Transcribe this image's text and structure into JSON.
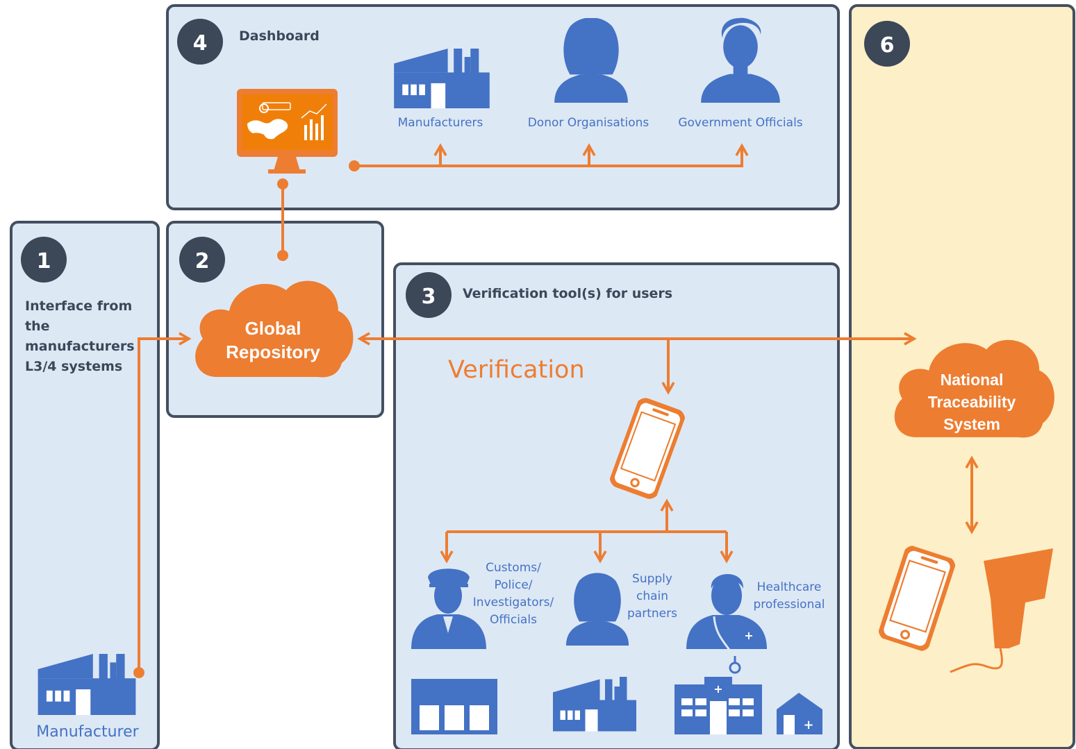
{
  "panels": {
    "p1": {
      "number": "1",
      "title_lines": [
        "Interface from",
        "the",
        "manufacturers",
        "L3/4 systems"
      ],
      "manufacturer_label": "Manufacturer"
    },
    "p2": {
      "number": "2",
      "cloud_lines": [
        "Global",
        "Repository"
      ]
    },
    "p3": {
      "number": "3",
      "title": "Verification tool(s) for users",
      "verification_label": "Verification",
      "user_customs_lines": [
        "Customs/",
        "Police/",
        "Investigators/",
        "Officials"
      ],
      "user_supply_lines": [
        "Supply",
        "chain",
        "partners"
      ],
      "user_health_lines": [
        "Healthcare",
        "professional"
      ]
    },
    "p4": {
      "number": "4",
      "title": "Dashboard",
      "manufacturers_label": "Manufacturers",
      "donor_label": "Donor Organisations",
      "government_label": "Government Officials"
    },
    "p6": {
      "number": "6",
      "cloud_lines": [
        "National",
        "Traceability",
        "System"
      ]
    }
  },
  "icons": [
    "factory-icon",
    "dashboard-monitor-icon",
    "woman-icon",
    "man-icon",
    "cloud-icon",
    "smartphone-icon",
    "police-officer-icon",
    "doctor-icon",
    "warehouse-icon",
    "hospital-icon",
    "clinic-icon",
    "barcode-scanner-icon"
  ],
  "colors": {
    "panel_fill": "#dde8f5",
    "panel_border": "#444f60",
    "yellow_fill": "#fdefc7",
    "orange": "#ed7d31",
    "blue": "#4472c4",
    "badge": "#3c4758"
  }
}
